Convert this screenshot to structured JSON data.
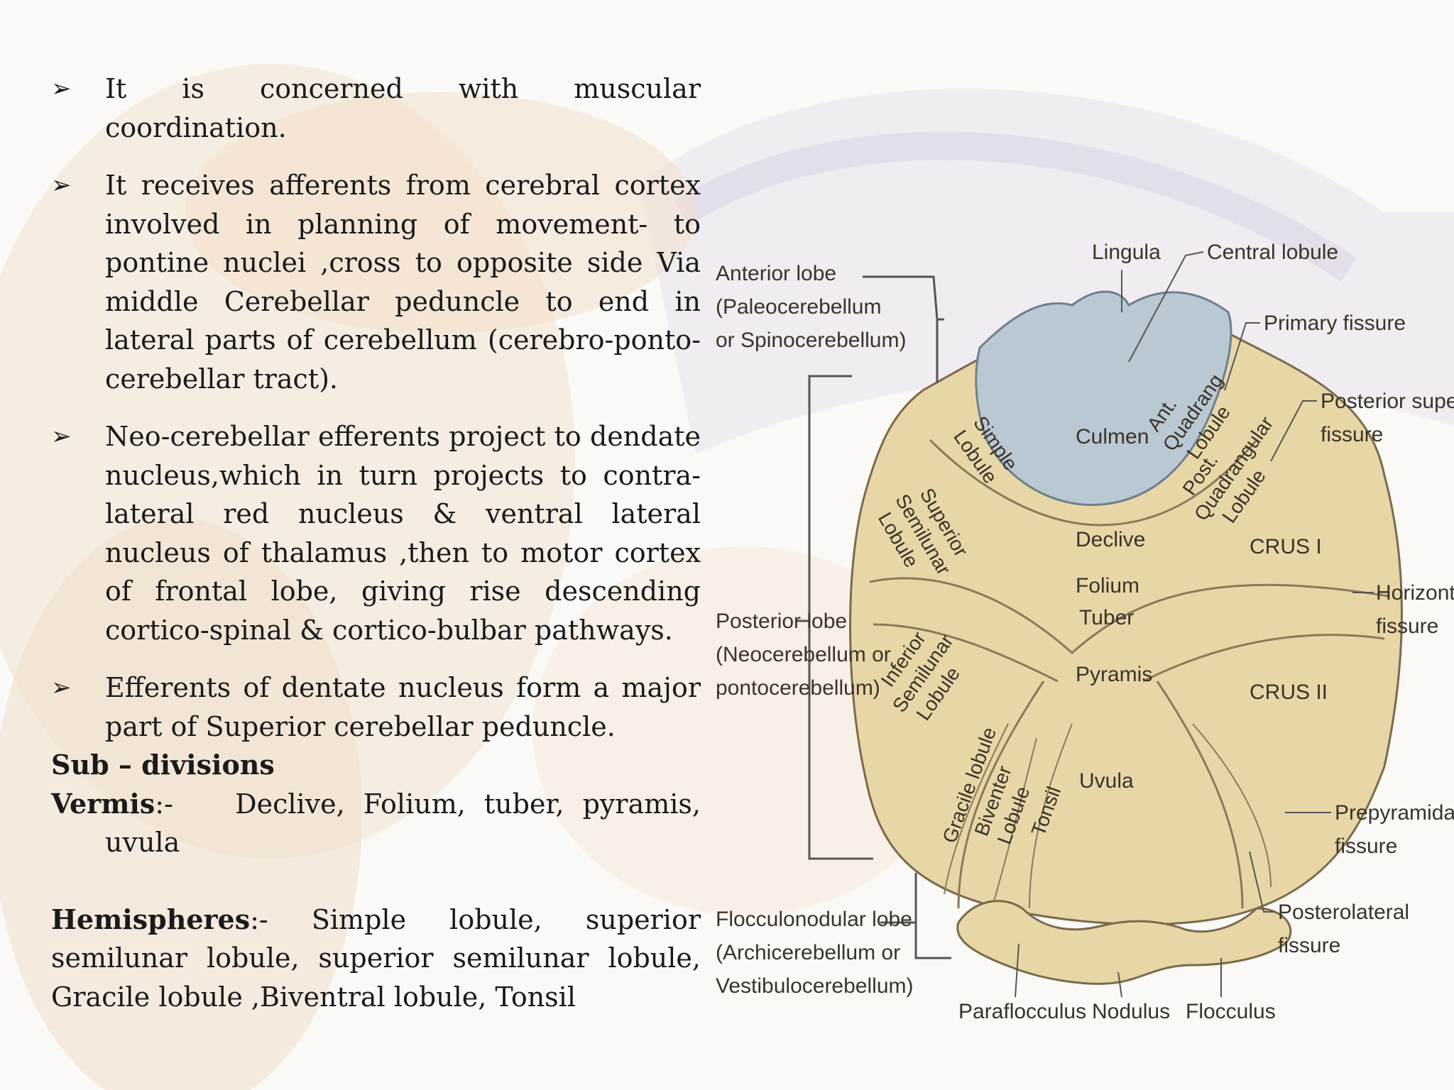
{
  "bullets": [
    {
      "text": "It is concerned with muscular coordination."
    },
    {
      "text": "It receives afferents from cerebral cortex involved in planning of movement- to pontine nuclei ,cross to opposite side Via middle Cerebellar peduncle  to end in lateral parts of cerebellum (cerebro-ponto-cerebellar tract)."
    },
    {
      "text": "Neo-cerebellar efferents project to dendate nucleus,which in turn projects to contra-lateral red nucleus & ventral lateral nucleus of thalamus ,then to motor cortex of frontal lobe, giving rise descending cortico-spinal & cortico-bulbar pathways."
    },
    {
      "text": "Efferents of dentate nucleus form a major part of Superior cerebellar peduncle."
    }
  ],
  "subdivisions": {
    "heading": "Sub – divisions",
    "vermis_label": "Vermis",
    "vermis_sep": ":-",
    "vermis_text": "Declive, Folium, tuber, pyramis,",
    "vermis_cont": "uvula",
    "hemispheres_label": "Hemispheres",
    "hemispheres_sep": ":-",
    "hemispheres_text": "Simple lobule, superior semilunar lobule, superior semilunar lobule, Gracile lobule ,Biventral lobule, Tonsil"
  },
  "diagram": {
    "lobes": {
      "anterior": [
        "Anterior lobe",
        "(Paleocerebellum",
        "or Spinocerebellum)"
      ],
      "posterior": [
        "Posterior lobe",
        "(Neocerebellum or",
        "pontocerebellum)"
      ],
      "flocculonodular": [
        "Flocculonodular lobe",
        "(Archicerebellum or",
        "Vestibulocerebellum)"
      ]
    },
    "right_labels": {
      "lingula": "Lingula",
      "central_lobule": "Central lobule",
      "primary_fissure": "Primary fissure",
      "posterior_superior_fissure": [
        "Posterior superior",
        "fissure"
      ],
      "horizontal_fissure": [
        "Horizontal",
        "fissure"
      ],
      "prepyramidal_fissure": [
        "Prepyramidal",
        "fissure"
      ],
      "posterolateral_fissure": [
        "Posterolateral",
        "fissure"
      ]
    },
    "bottom_labels": {
      "paraflocculus": "Paraflocculus",
      "nodulus": "Nodulus",
      "flocculus": "Flocculus"
    },
    "inner_labels": {
      "culmen": "Culmen",
      "ant_quadrang": [
        "Ant.",
        "Quadrang",
        "Lobule"
      ],
      "simple": [
        "Simple",
        "Lobule"
      ],
      "post_quadrangular": [
        "Post.",
        "Quadrangular",
        "Lobule"
      ],
      "superior_semilunar": [
        "Superior",
        "Semilunar",
        "Lobule"
      ],
      "declive": "Declive",
      "crus1": "CRUS I",
      "folium": "Folium",
      "tuber": "Tuber",
      "inferior_semilunar": [
        "Inferior",
        "Semilunar",
        "Lobule"
      ],
      "pyramis": "Pyramis",
      "crus2": "CRUS II",
      "gracile": "Gracile lobule",
      "biventer": [
        "Biventer",
        "Lobule"
      ],
      "tonsil": "Tonsil",
      "uvula": "Uvula"
    },
    "colors": {
      "lobe_fill": "#e8d7a6",
      "anterior_fill": "#b9c8d3",
      "outline": "#7a6a4c"
    }
  }
}
